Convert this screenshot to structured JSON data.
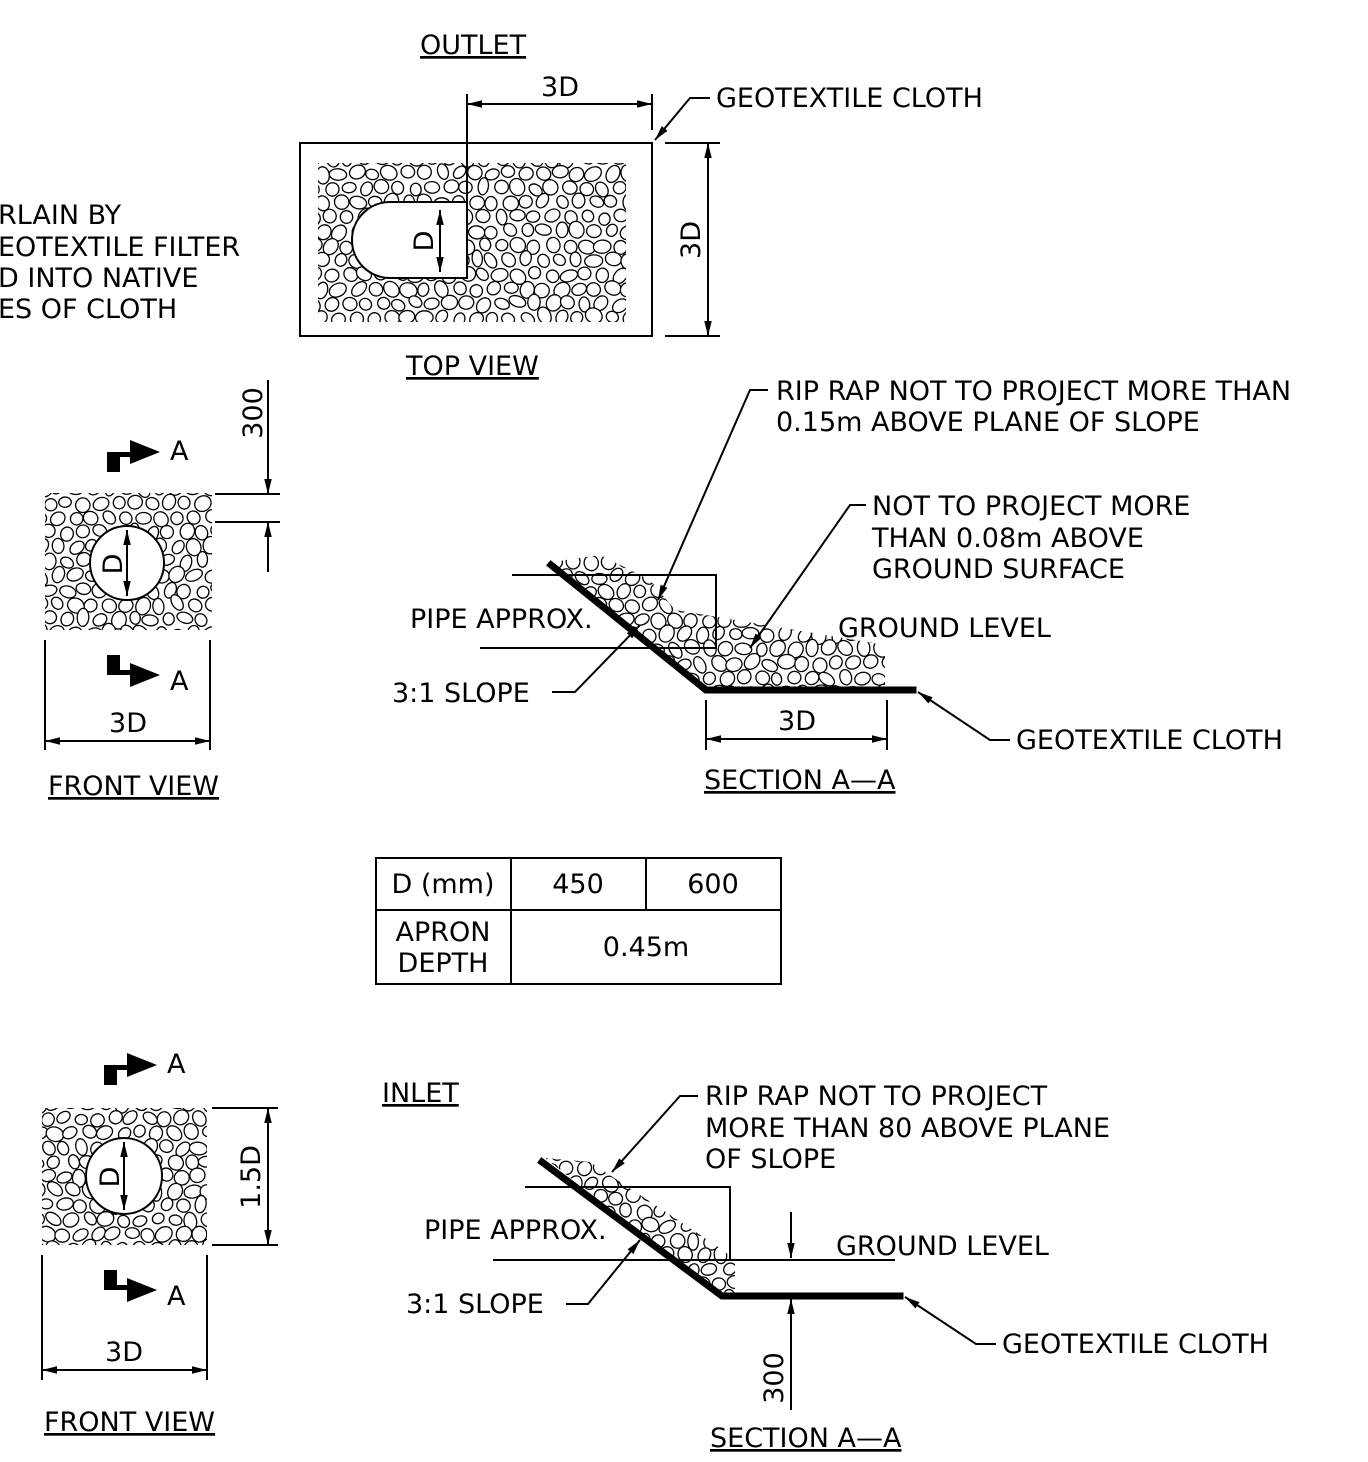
{
  "outlet": {
    "heading": "OUTLET",
    "top_view": {
      "title": "TOP VIEW",
      "dim_length": "3D",
      "dim_width": "3D",
      "dim_pipe": "D",
      "callout_geotextile": "GEOTEXTILE CLOTH"
    },
    "partial_note": [
      "RLAIN BY",
      "EOTEXTILE FILTER",
      "D INTO NATIVE",
      "ES OF CLOTH"
    ],
    "front_view": {
      "title": "FRONT VIEW",
      "dim_width": "3D",
      "dim_depth": "300",
      "dim_pipe": "D",
      "section_marker": "A"
    },
    "section": {
      "title": "SECTION A—A",
      "note_riprap": [
        "RIP RAP NOT TO PROJECT MORE THAN",
        "0.15m ABOVE PLANE OF SLOPE"
      ],
      "note_ground": [
        "NOT TO PROJECT MORE",
        "THAN 0.08m ABOVE",
        "GROUND SURFACE"
      ],
      "label_pipe": "PIPE APPROX.",
      "label_slope": "3:1 SLOPE",
      "label_ground": "GROUND LEVEL",
      "label_geotextile": "GEOTEXTILE CLOTH",
      "dim_apron": "3D"
    }
  },
  "table": {
    "header_label": "D (mm)",
    "header_values": [
      "450",
      "600"
    ],
    "row_label": [
      "APRON",
      "DEPTH"
    ],
    "row_value": "0.45m"
  },
  "inlet": {
    "heading": "INLET",
    "front_view": {
      "title": "FRONT VIEW",
      "dim_width": "3D",
      "dim_height": "1.5D",
      "dim_pipe": "D",
      "section_marker": "A"
    },
    "section": {
      "title": "SECTION A—A",
      "note_riprap": [
        "RIP RAP NOT TO PROJECT",
        "MORE THAN 80 ABOVE PLANE",
        "OF SLOPE"
      ],
      "label_pipe": "PIPE APPROX.",
      "label_slope": "3:1 SLOPE",
      "label_ground": "GROUND LEVEL",
      "label_geotextile": "GEOTEXTILE CLOTH",
      "dim_depth": "300"
    }
  }
}
